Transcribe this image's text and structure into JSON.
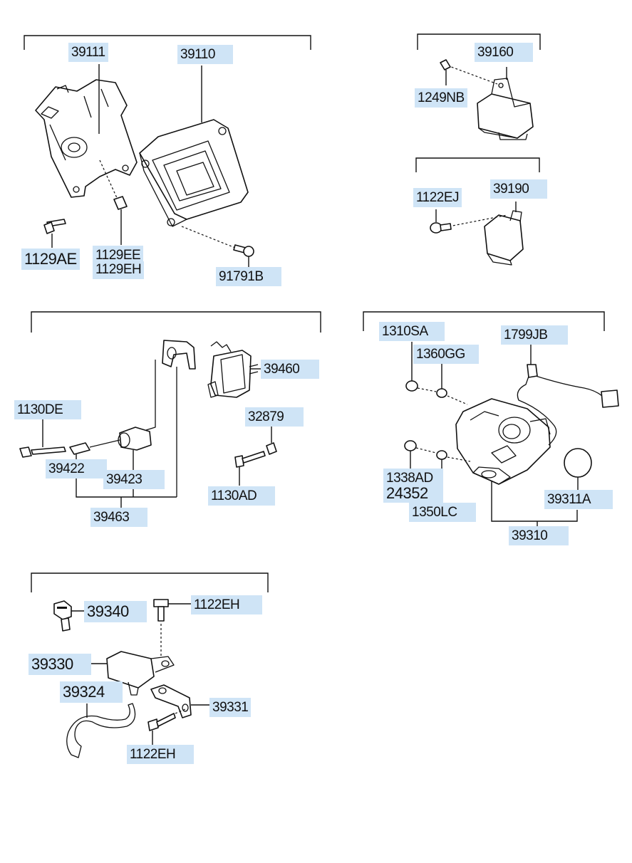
{
  "groups": {
    "ecu": {
      "labels": {
        "bracket": "39111",
        "ecu": "39110",
        "screw_left": "1129AE",
        "screw_mid_1": "1129EE",
        "screw_mid_2": "1129EH",
        "bolt": "91791B"
      }
    },
    "relay1": {
      "labels": {
        "relay": "39160",
        "screw": "1249NB"
      }
    },
    "relay2": {
      "labels": {
        "screw": "1122EJ",
        "relay": "39190"
      }
    },
    "crank_sensor": {
      "labels": {
        "valve": "39460",
        "bolt_left": "1130DE",
        "clip": "39422",
        "grommet": "39423",
        "washer": "32879",
        "bolt_right": "1130AD",
        "harness": "39463"
      }
    },
    "distributor": {
      "labels": {
        "nut": "1310SA",
        "washer_top": "1360GG",
        "cable": "1799JB",
        "nut_low_1": "1338AD",
        "nut_low_2": "24352",
        "washer_low": "1350LC",
        "oring": "39311A",
        "assembly": "39310"
      }
    },
    "map_sensor": {
      "labels": {
        "switch": "39340",
        "bolt_top": "1122EH",
        "sensor": "39330",
        "hose": "39324",
        "bracket": "39331",
        "bolt_bottom": "1122EH"
      }
    }
  }
}
